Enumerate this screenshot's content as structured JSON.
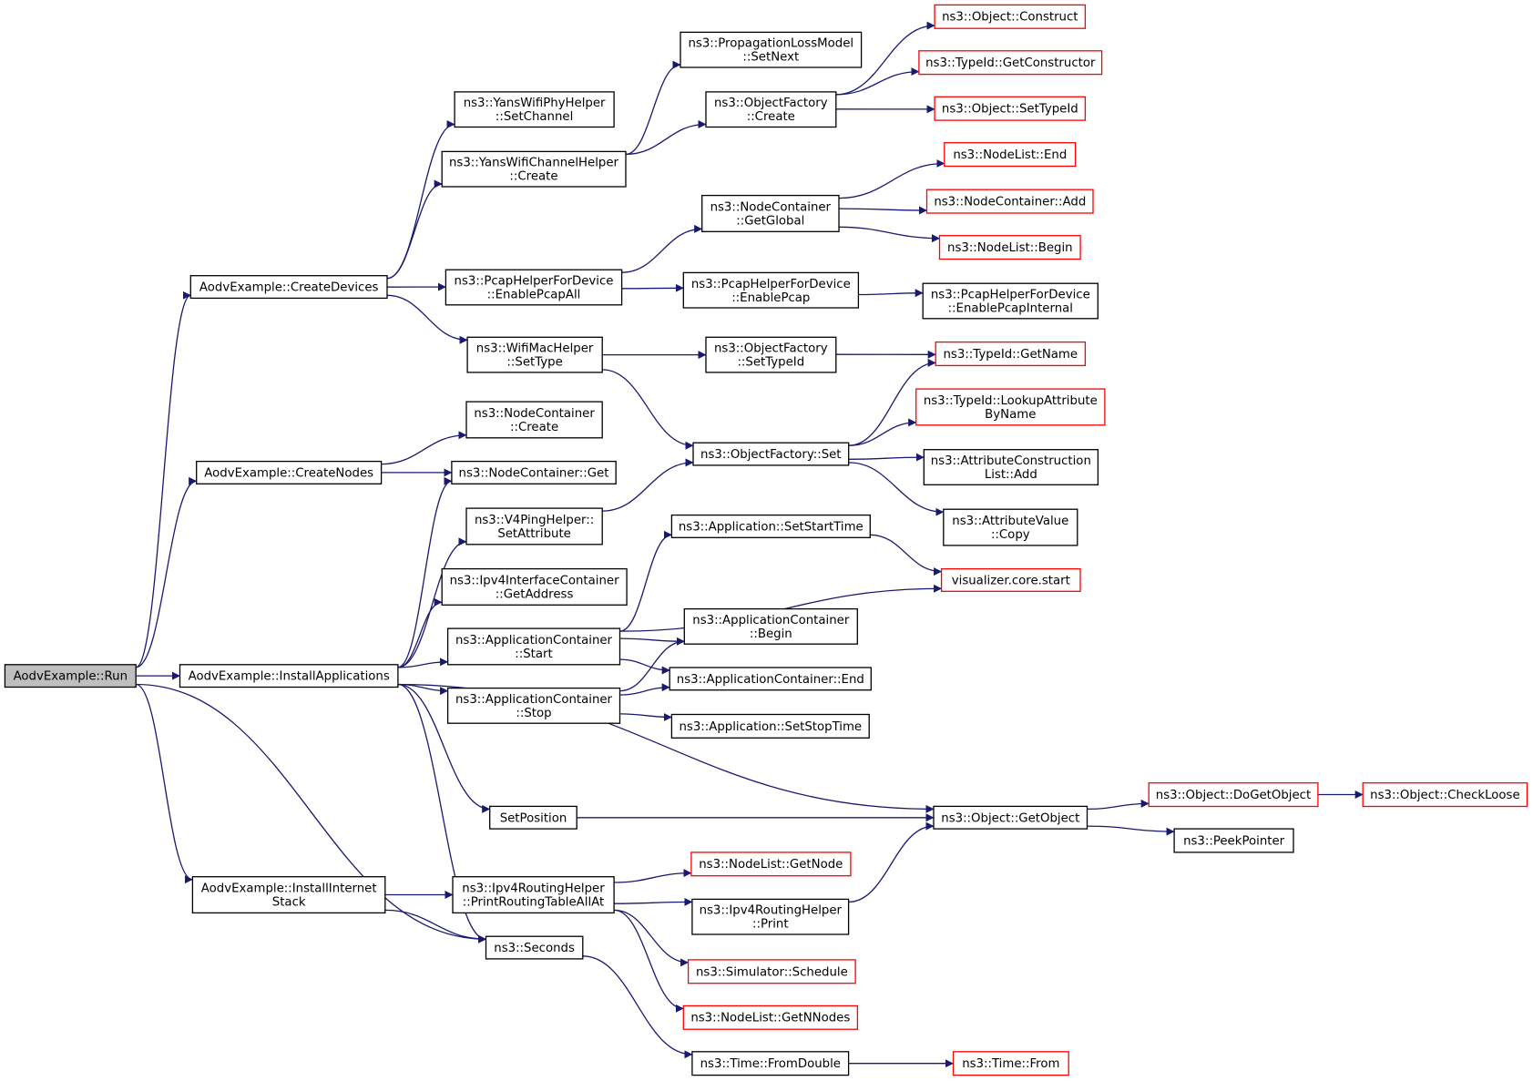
{
  "colors": {
    "edge": "#191970",
    "node_border": "#000000",
    "external_node_border": "#ff0000",
    "root_fill": "#bfbfbf",
    "node_fill": "#ffffff"
  },
  "nodes": {
    "run": {
      "lines": [
        "AodvExample::Run"
      ],
      "kind": "root"
    },
    "createDevices": {
      "lines": [
        "AodvExample::CreateDevices"
      ],
      "kind": "normal"
    },
    "createNodes": {
      "lines": [
        "AodvExample::CreateNodes"
      ],
      "kind": "normal"
    },
    "installApplications": {
      "lines": [
        "AodvExample::InstallApplications"
      ],
      "kind": "normal"
    },
    "installInternetStack": {
      "lines": [
        "AodvExample::InstallInternet",
        "Stack"
      ],
      "kind": "normal"
    },
    "yansWifiPhySetChannel": {
      "lines": [
        "ns3::YansWifiPhyHelper",
        "::SetChannel"
      ],
      "kind": "normal"
    },
    "yansWifiChannelCreate": {
      "lines": [
        "ns3::YansWifiChannelHelper",
        "::Create"
      ],
      "kind": "normal"
    },
    "pcapEnableAll": {
      "lines": [
        "ns3::PcapHelperForDevice",
        "::EnablePcapAll"
      ],
      "kind": "normal"
    },
    "wifiMacSetType": {
      "lines": [
        "ns3::WifiMacHelper",
        "::SetType"
      ],
      "kind": "normal"
    },
    "nodeContainerCreate": {
      "lines": [
        "ns3::NodeContainer",
        "::Create"
      ],
      "kind": "normal"
    },
    "nodeContainerGet": {
      "lines": [
        "ns3::NodeContainer::Get"
      ],
      "kind": "normal"
    },
    "v4PingSetAttribute": {
      "lines": [
        "ns3::V4PingHelper::",
        "SetAttribute"
      ],
      "kind": "normal"
    },
    "ipv4IfaceGetAddress": {
      "lines": [
        "ns3::Ipv4InterfaceContainer",
        "::GetAddress"
      ],
      "kind": "normal"
    },
    "appContainerStart": {
      "lines": [
        "ns3::ApplicationContainer",
        "::Start"
      ],
      "kind": "normal"
    },
    "appContainerStop": {
      "lines": [
        "ns3::ApplicationContainer",
        "::Stop"
      ],
      "kind": "normal"
    },
    "setPosition": {
      "lines": [
        "SetPosition"
      ],
      "kind": "normal"
    },
    "ipv4RoutingPrintAllAt": {
      "lines": [
        "ns3::Ipv4RoutingHelper",
        "::PrintRoutingTableAllAt"
      ],
      "kind": "normal"
    },
    "seconds": {
      "lines": [
        "ns3::Seconds"
      ],
      "kind": "normal"
    },
    "propLossSetNext": {
      "lines": [
        "ns3::PropagationLossModel",
        "::SetNext"
      ],
      "kind": "normal"
    },
    "objectFactoryCreate": {
      "lines": [
        "ns3::ObjectFactory",
        "::Create"
      ],
      "kind": "normal"
    },
    "nodeContainerGetGlobal": {
      "lines": [
        "ns3::NodeContainer",
        "::GetGlobal"
      ],
      "kind": "normal"
    },
    "pcapEnablePcap": {
      "lines": [
        "ns3::PcapHelperForDevice",
        "::EnablePcap"
      ],
      "kind": "normal"
    },
    "objectFactorySetTypeId": {
      "lines": [
        "ns3::ObjectFactory",
        "::SetTypeId"
      ],
      "kind": "normal"
    },
    "objectFactorySet": {
      "lines": [
        "ns3::ObjectFactory::Set"
      ],
      "kind": "normal"
    },
    "appSetStartTime": {
      "lines": [
        "ns3::Application::SetStartTime"
      ],
      "kind": "normal"
    },
    "appContainerBegin": {
      "lines": [
        "ns3::ApplicationContainer",
        "::Begin"
      ],
      "kind": "normal"
    },
    "appContainerEnd": {
      "lines": [
        "ns3::ApplicationContainer::End"
      ],
      "kind": "normal"
    },
    "appSetStopTime": {
      "lines": [
        "ns3::Application::SetStopTime"
      ],
      "kind": "normal"
    },
    "nodeListGetNode": {
      "lines": [
        "ns3::NodeList::GetNode"
      ],
      "kind": "external"
    },
    "ipv4RoutingPrint": {
      "lines": [
        "ns3::Ipv4RoutingHelper",
        "::Print"
      ],
      "kind": "normal"
    },
    "simulatorSchedule": {
      "lines": [
        "ns3::Simulator::Schedule"
      ],
      "kind": "external"
    },
    "nodeListGetNNodes": {
      "lines": [
        "ns3::NodeList::GetNNodes"
      ],
      "kind": "external"
    },
    "timeFromDouble": {
      "lines": [
        "ns3::Time::FromDouble"
      ],
      "kind": "normal"
    },
    "objectConstruct": {
      "lines": [
        "ns3::Object::Construct"
      ],
      "kind": "external"
    },
    "typeIdGetConstructor": {
      "lines": [
        "ns3::TypeId::GetConstructor"
      ],
      "kind": "external"
    },
    "objectSetTypeId": {
      "lines": [
        "ns3::Object::SetTypeId"
      ],
      "kind": "external"
    },
    "nodeListEnd": {
      "lines": [
        "ns3::NodeList::End"
      ],
      "kind": "external"
    },
    "nodeContainerAdd": {
      "lines": [
        "ns3::NodeContainer::Add"
      ],
      "kind": "external"
    },
    "nodeListBegin": {
      "lines": [
        "ns3::NodeList::Begin"
      ],
      "kind": "external"
    },
    "pcapEnablePcapInternal": {
      "lines": [
        "ns3::PcapHelperForDevice",
        "::EnablePcapInternal"
      ],
      "kind": "normal"
    },
    "typeIdGetName": {
      "lines": [
        "ns3::TypeId::GetName"
      ],
      "kind": "external"
    },
    "typeIdLookupAttr": {
      "lines": [
        "ns3::TypeId::LookupAttribute",
        "ByName"
      ],
      "kind": "external"
    },
    "attrConstructionListAdd": {
      "lines": [
        "ns3::AttributeConstruction",
        "List::Add"
      ],
      "kind": "normal"
    },
    "attrValueCopy": {
      "lines": [
        "ns3::AttributeValue",
        "::Copy"
      ],
      "kind": "normal"
    },
    "visualizerStart": {
      "lines": [
        "visualizer.core.start"
      ],
      "kind": "external"
    },
    "objectGetObject": {
      "lines": [
        "ns3::Object::GetObject"
      ],
      "kind": "normal"
    },
    "objectDoGetObject": {
      "lines": [
        "ns3::Object::DoGetObject"
      ],
      "kind": "external"
    },
    "objectCheckLoose": {
      "lines": [
        "ns3::Object::CheckLoose"
      ],
      "kind": "external"
    },
    "peekPointer": {
      "lines": [
        "ns3::PeekPointer"
      ],
      "kind": "normal"
    },
    "timeFrom": {
      "lines": [
        "ns3::Time::From"
      ],
      "kind": "external"
    }
  },
  "edges": [
    [
      "run",
      "createDevices"
    ],
    [
      "run",
      "createNodes"
    ],
    [
      "run",
      "installApplications"
    ],
    [
      "run",
      "installInternetStack"
    ],
    [
      "run",
      "seconds"
    ],
    [
      "createDevices",
      "yansWifiPhySetChannel"
    ],
    [
      "createDevices",
      "yansWifiChannelCreate"
    ],
    [
      "createDevices",
      "pcapEnableAll"
    ],
    [
      "createDevices",
      "wifiMacSetType"
    ],
    [
      "createNodes",
      "nodeContainerCreate"
    ],
    [
      "createNodes",
      "nodeContainerGet"
    ],
    [
      "installApplications",
      "nodeContainerGet"
    ],
    [
      "installApplications",
      "v4PingSetAttribute"
    ],
    [
      "installApplications",
      "ipv4IfaceGetAddress"
    ],
    [
      "installApplications",
      "appContainerStart"
    ],
    [
      "installApplications",
      "appContainerStop"
    ],
    [
      "installApplications",
      "setPosition"
    ],
    [
      "installApplications",
      "objectGetObject"
    ],
    [
      "installApplications",
      "seconds"
    ],
    [
      "installInternetStack",
      "ipv4RoutingPrintAllAt"
    ],
    [
      "installInternetStack",
      "seconds"
    ],
    [
      "yansWifiChannelCreate",
      "propLossSetNext"
    ],
    [
      "yansWifiChannelCreate",
      "objectFactoryCreate"
    ],
    [
      "pcapEnableAll",
      "nodeContainerGetGlobal"
    ],
    [
      "pcapEnableAll",
      "pcapEnablePcap"
    ],
    [
      "wifiMacSetType",
      "objectFactorySetTypeId"
    ],
    [
      "wifiMacSetType",
      "objectFactorySet"
    ],
    [
      "v4PingSetAttribute",
      "objectFactorySet"
    ],
    [
      "appContainerStart",
      "appSetStartTime"
    ],
    [
      "appContainerStart",
      "visualizerStart"
    ],
    [
      "appContainerStart",
      "appContainerBegin"
    ],
    [
      "appContainerStart",
      "appContainerEnd"
    ],
    [
      "appContainerStop",
      "appContainerBegin"
    ],
    [
      "appContainerStop",
      "appContainerEnd"
    ],
    [
      "appContainerStop",
      "appSetStopTime"
    ],
    [
      "setPosition",
      "objectGetObject"
    ],
    [
      "ipv4RoutingPrintAllAt",
      "nodeListGetNode"
    ],
    [
      "ipv4RoutingPrintAllAt",
      "ipv4RoutingPrint"
    ],
    [
      "ipv4RoutingPrintAllAt",
      "simulatorSchedule"
    ],
    [
      "ipv4RoutingPrintAllAt",
      "nodeListGetNNodes"
    ],
    [
      "seconds",
      "timeFromDouble"
    ],
    [
      "objectFactoryCreate",
      "objectConstruct"
    ],
    [
      "objectFactoryCreate",
      "typeIdGetConstructor"
    ],
    [
      "objectFactoryCreate",
      "objectSetTypeId"
    ],
    [
      "nodeContainerGetGlobal",
      "nodeListEnd"
    ],
    [
      "nodeContainerGetGlobal",
      "nodeContainerAdd"
    ],
    [
      "nodeContainerGetGlobal",
      "nodeListBegin"
    ],
    [
      "pcapEnablePcap",
      "pcapEnablePcapInternal"
    ],
    [
      "objectFactorySetTypeId",
      "typeIdGetName"
    ],
    [
      "objectFactorySet",
      "typeIdGetName"
    ],
    [
      "objectFactorySet",
      "typeIdLookupAttr"
    ],
    [
      "objectFactorySet",
      "attrConstructionListAdd"
    ],
    [
      "objectFactorySet",
      "attrValueCopy"
    ],
    [
      "appSetStartTime",
      "visualizerStart"
    ],
    [
      "ipv4RoutingPrint",
      "objectGetObject"
    ],
    [
      "timeFromDouble",
      "timeFrom"
    ],
    [
      "objectGetObject",
      "objectDoGetObject"
    ],
    [
      "objectGetObject",
      "peekPointer"
    ],
    [
      "objectDoGetObject",
      "objectCheckLoose"
    ]
  ]
}
